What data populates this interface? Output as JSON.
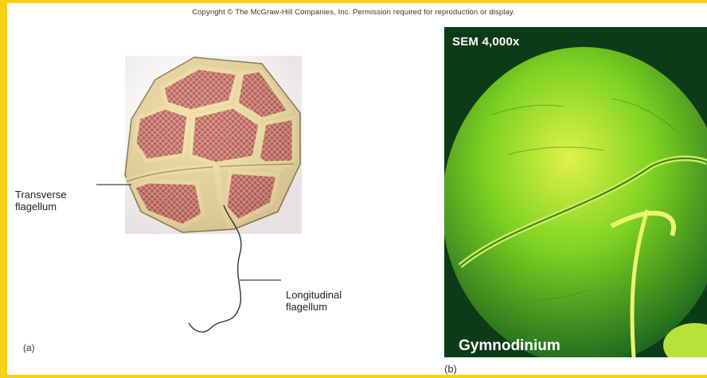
{
  "copyright": "Copyright © The McGraw-Hill Companies, Inc. Permission required for reproduction or display.",
  "panel_a": {
    "label": "(a)",
    "callouts": {
      "transverse": [
        "Transverse",
        "flagellum"
      ],
      "longitudinal": [
        "Longitudinal",
        "flagellum"
      ]
    }
  },
  "panel_b": {
    "label": "(b)",
    "magnification": "SEM 4,000x",
    "genus": "Gymnodinium"
  },
  "colors": {
    "frame": "#f7d117",
    "plate": "#b8615a",
    "suture": "#efe2a6",
    "sem_bg": "#0d3b17",
    "cell_green": "#7fd321"
  }
}
